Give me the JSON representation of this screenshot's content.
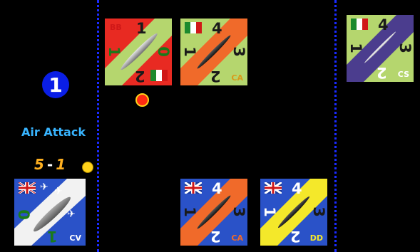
{
  "combat": {
    "step": "1",
    "phase_label": "Air Attack",
    "odds_attack": "5",
    "odds_separator": "-",
    "odds_defense": "1"
  },
  "colors": {
    "divider": "#1a2bff",
    "step_badge": "#0a1ee6",
    "phase_label": "#38b4ff",
    "odds": "#ffb020",
    "marker_yellow": "#ffd21a",
    "marker_red": "#ff2b12"
  },
  "counters": {
    "italian_bb": {
      "nation": "Italy",
      "tag": "BB",
      "top": "1",
      "left": "1",
      "right": "0",
      "bottom": "2",
      "type": "",
      "panel": "#e82a22",
      "stripe": "#b5d66e"
    },
    "italian_ca": {
      "nation": "Italy",
      "top": "4",
      "left": "1",
      "right": "3",
      "bottom": "2",
      "type": "CA",
      "panel": "#f06a2a",
      "stripe": "#b5d66e"
    },
    "italian_cs": {
      "nation": "Italy",
      "top": "4",
      "left": "1",
      "right": "3",
      "bottom": "2",
      "type": "CS",
      "panel": "#b5d66e",
      "stripe": "#4b3d8e"
    },
    "british_cv": {
      "nation": "UK",
      "top": "",
      "left": "0",
      "right": "",
      "bottom": "1",
      "type": "CV",
      "panel": "#2a52c8",
      "stripe": "#f2f2f2"
    },
    "british_ca": {
      "nation": "UK",
      "top": "4",
      "left": "1",
      "right": "3",
      "bottom": "2",
      "type": "CA",
      "panel": "#2a52c8",
      "stripe": "#f06a2a"
    },
    "british_dd": {
      "nation": "UK",
      "top": "4",
      "left": "1",
      "right": "3",
      "bottom": "2",
      "type": "DD",
      "panel": "#2a52c8",
      "stripe": "#f4e82a"
    }
  }
}
